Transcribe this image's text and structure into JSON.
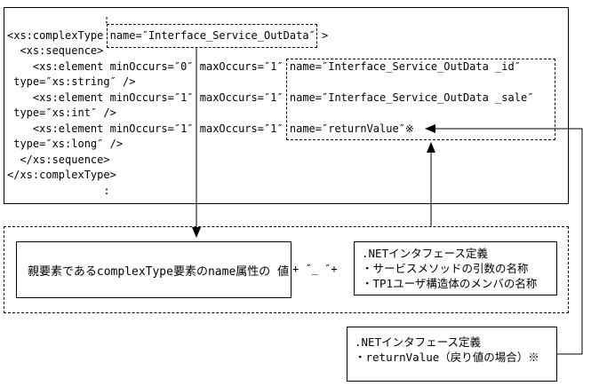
{
  "diagram": {
    "colors": {
      "line": "#000000",
      "background": "#ffffff"
    },
    "code": {
      "lines": [
        "               :",
        "<xs:complexType name=″Interface_Service_OutData″ >",
        "  <xs:sequence>",
        "    <xs:element minOccurs=″0″ maxOccurs=″1″ name=″Interface_Service_OutData _id″",
        " type=″xs:string″ />",
        "    <xs:element minOccurs=″1″ maxOccurs=″1″ name=″Interface_Service_OutData _sale″",
        " type=″xs:int″ />",
        "    <xs:element minOccurs=″1″ maxOccurs=″1″ name=″returnValue″※",
        " type=″xs:long″ />",
        "  </xs:sequence>",
        "</xs:complexType>",
        "               :"
      ]
    },
    "annotations": {
      "parent_label": "親要素であるcomplexType要素のname属性の 値",
      "concat_label": "+ ″_ ″+",
      "dotnet_box": {
        "lines": [
          ".NETインタフェース定義",
          "・サービスメソッドの引数の名称",
          "・TP1ユーザ構造体のメンバの名称"
        ]
      },
      "return_box": {
        "lines": [
          ".NETインタフェース定義",
          "・returnValue（戻り値の場合）※"
        ]
      }
    }
  }
}
